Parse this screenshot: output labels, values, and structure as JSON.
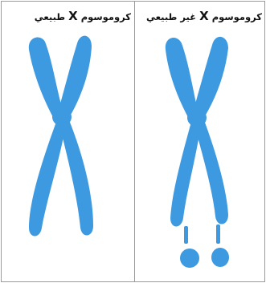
{
  "panels": {
    "normal": {
      "label_word1": "كروموسوم",
      "label_x": "X",
      "label_word2": "طبيعي"
    },
    "abnormal": {
      "label_word1": "كروموسوم",
      "label_x": "X",
      "label_word2": "غير طبيعي"
    }
  },
  "colors": {
    "chromosome": "#3d9ae0",
    "border": "#9a9a9a"
  }
}
